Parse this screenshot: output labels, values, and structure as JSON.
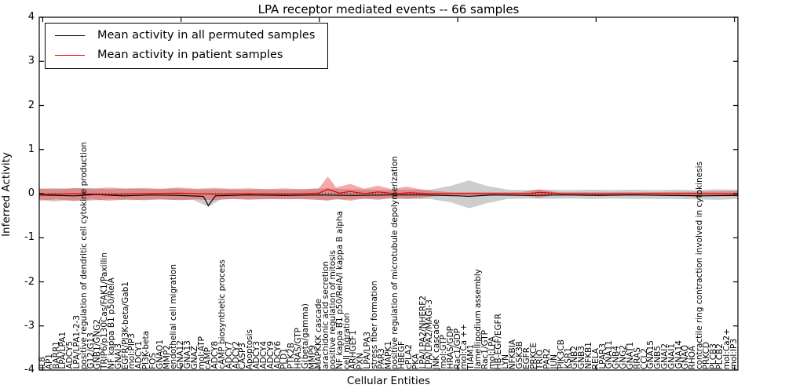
{
  "title": "LPA receptor mediated events -- 66 samples",
  "axes": {
    "xlabel": "Cellular Entities",
    "ylabel": "Inferred Activity",
    "ylim": [
      -4,
      4
    ],
    "yticks": [
      "-4",
      "-3",
      "-2",
      "-1",
      "0",
      "1",
      "2",
      "3",
      "4"
    ]
  },
  "legend": {
    "entries": [
      {
        "label": "Mean activity in all permuted samples",
        "color": "#000000"
      },
      {
        "label": "Mean activity in patient samples",
        "color": "#e60000"
      }
    ]
  },
  "colors": {
    "permuted_line": "#000000",
    "patient_line": "#e60000",
    "permuted_band": "rgba(90,90,90,0.30)",
    "patient_band": "rgba(230,40,40,0.40)",
    "zero_line": "#000000"
  },
  "chart_data": {
    "type": "line",
    "title": "LPA receptor mediated events -- 66 samples",
    "xlabel": "Cellular Entities",
    "ylabel": "Inferred Activity",
    "ylim": [
      -4,
      4
    ],
    "grid": false,
    "legend_position": "upper left",
    "categories": [
      "IL8",
      "AP1",
      "BARR1",
      "LPA/LPA1",
      "ADCY5",
      "LPA/LPA1-2-3",
      "positive regulation of dendritic cell cytokine production",
      "G12/G13",
      "GNB1/GNG2",
      "TRIP6/p130Cas/FAK1/Paxillin",
      "NF kappa B1 p50/RelA",
      "GNAI3",
      "EGFR/PI3K-beta/Gab1",
      "mol:PIP3",
      "ADCY1",
      "PI3K-beta",
      "FOS",
      "GNAO1",
      "MMP2",
      "endothelial cell migration",
      "GNA12",
      "GNA13",
      "GNAZ",
      "mol:ATP",
      "cAMP",
      "ADCY8",
      "cAMP biosynthetic process",
      "ADCY7",
      "ADCY2",
      "CASP3",
      "Apoptosis",
      "ADCY3",
      "ADCY4",
      "ADCY9",
      "ADCY6",
      "PLD1",
      "PTK2B",
      "HRAS/GTP",
      "G(beta/gamma)",
      "MMP9",
      "MAPKKK cascade",
      "arachidonic acid secretion",
      "positive regulation of mitosis",
      "NF kappa B1 p50/RelA/I kappa B alpha",
      "cell migration",
      "ARHGEF1",
      "PXN",
      "LPA/LPA3",
      "stress fiber formation",
      "PAR3",
      "MAPK1",
      "positive regulation of microtubule depolymerization",
      "HBEGF",
      "cPLA2",
      "PKA",
      "LPA/LPA2/NHERF2",
      "LPA/LPA2/MAGI-3",
      "JNK cascade",
      "mol:GTP",
      "HRAS/GDP",
      "Rac1/GDP",
      "mol:Ca ++",
      "TIAM1",
      "lamellipodium assembly",
      "Rac1/GTP",
      "mol:LPA",
      "HB-EGF/EGFR",
      "LYN",
      "NFKBIA",
      "GSK3B",
      "EGFR",
      "PRKCE",
      "TRIO",
      "PAR2",
      "JUN",
      "PIK3CB",
      "KSR1",
      "GNB2",
      "GNB3",
      "NFKB1",
      "RELA",
      "LPAR3",
      "GNA11",
      "GNB4",
      "GNG2",
      "GNAT1",
      "RRAS",
      "CCL2",
      "GNA15",
      "GNB5",
      "GNAI2",
      "GNAI1",
      "GNA14",
      "GNAQ",
      "RHOA",
      "contractile ring contraction involved in cytokinesis",
      "PRKCD",
      "PLCB3",
      "PLCB2",
      "mol:Ca2+",
      "mol:IP3"
    ],
    "series": [
      {
        "name": "Mean activity in all permuted samples",
        "kind": "line",
        "points": [
          [
            0,
            -0.03
          ],
          [
            0.05,
            -0.05
          ],
          [
            0.08,
            -0.02
          ],
          [
            0.12,
            -0.05
          ],
          [
            0.16,
            -0.03
          ],
          [
            0.2,
            -0.04
          ],
          [
            0.235,
            -0.06
          ],
          [
            0.242,
            -0.27
          ],
          [
            0.252,
            -0.05
          ],
          [
            0.3,
            -0.03
          ],
          [
            0.35,
            -0.04
          ],
          [
            0.4,
            -0.03
          ],
          [
            0.45,
            -0.04
          ],
          [
            0.5,
            -0.03
          ],
          [
            0.55,
            -0.03
          ],
          [
            0.6,
            -0.05
          ],
          [
            0.615,
            -0.06
          ],
          [
            0.65,
            -0.03
          ],
          [
            0.7,
            -0.04
          ],
          [
            0.75,
            -0.03
          ],
          [
            0.8,
            -0.04
          ],
          [
            0.85,
            -0.03
          ],
          [
            0.9,
            -0.04
          ],
          [
            0.95,
            -0.05
          ],
          [
            1.0,
            -0.04
          ]
        ]
      },
      {
        "name": "Mean activity in patient samples",
        "kind": "line",
        "points": [
          [
            0,
            -0.02
          ],
          [
            0.05,
            0.0
          ],
          [
            0.1,
            -0.02
          ],
          [
            0.15,
            0.0
          ],
          [
            0.2,
            0.01
          ],
          [
            0.25,
            -0.01
          ],
          [
            0.3,
            0.0
          ],
          [
            0.35,
            -0.01
          ],
          [
            0.4,
            0.01
          ],
          [
            0.413,
            0.1
          ],
          [
            0.43,
            0.01
          ],
          [
            0.445,
            0.05
          ],
          [
            0.465,
            0.0
          ],
          [
            0.485,
            0.04
          ],
          [
            0.51,
            0.0
          ],
          [
            0.53,
            0.02
          ],
          [
            0.56,
            0.0
          ],
          [
            0.6,
            0.0
          ],
          [
            0.65,
            0.0
          ],
          [
            0.7,
            0.0
          ],
          [
            0.715,
            0.03
          ],
          [
            0.75,
            0.0
          ],
          [
            0.8,
            -0.01
          ],
          [
            0.85,
            0.0
          ],
          [
            0.9,
            0.0
          ],
          [
            0.95,
            0.0
          ],
          [
            1.0,
            -0.01
          ]
        ]
      }
    ],
    "bands": [
      {
        "name": "permuted-band",
        "points": [
          [
            0.0,
            0.1,
            -0.13
          ],
          [
            0.02,
            0.13,
            -0.18
          ],
          [
            0.04,
            0.11,
            -0.15
          ],
          [
            0.07,
            0.13,
            -0.16
          ],
          [
            0.1,
            0.1,
            -0.13
          ],
          [
            0.13,
            0.12,
            -0.15
          ],
          [
            0.16,
            0.1,
            -0.13
          ],
          [
            0.19,
            0.11,
            -0.14
          ],
          [
            0.22,
            0.1,
            -0.14
          ],
          [
            0.242,
            0.1,
            -0.3
          ],
          [
            0.26,
            0.1,
            -0.13
          ],
          [
            0.29,
            0.09,
            -0.12
          ],
          [
            0.32,
            0.1,
            -0.13
          ],
          [
            0.35,
            0.09,
            -0.12
          ],
          [
            0.38,
            0.1,
            -0.13
          ],
          [
            0.41,
            0.12,
            -0.14
          ],
          [
            0.44,
            0.1,
            -0.13
          ],
          [
            0.47,
            0.09,
            -0.12
          ],
          [
            0.5,
            0.08,
            -0.11
          ],
          [
            0.53,
            0.09,
            -0.12
          ],
          [
            0.56,
            0.09,
            -0.12
          ],
          [
            0.59,
            0.18,
            -0.2
          ],
          [
            0.615,
            0.3,
            -0.33
          ],
          [
            0.64,
            0.18,
            -0.22
          ],
          [
            0.67,
            0.09,
            -0.12
          ],
          [
            0.7,
            0.08,
            -0.11
          ],
          [
            0.73,
            0.09,
            -0.12
          ],
          [
            0.76,
            0.08,
            -0.11
          ],
          [
            0.79,
            0.09,
            -0.12
          ],
          [
            0.82,
            0.08,
            -0.11
          ],
          [
            0.85,
            0.09,
            -0.12
          ],
          [
            0.88,
            0.08,
            -0.12
          ],
          [
            0.91,
            0.09,
            -0.12
          ],
          [
            0.94,
            0.08,
            -0.13
          ],
          [
            0.97,
            0.1,
            -0.14
          ],
          [
            1.0,
            0.09,
            -0.12
          ]
        ]
      },
      {
        "name": "patient-band",
        "points": [
          [
            0.0,
            0.12,
            -0.16
          ],
          [
            0.025,
            0.1,
            -0.13
          ],
          [
            0.05,
            0.13,
            -0.17
          ],
          [
            0.075,
            0.11,
            -0.13
          ],
          [
            0.1,
            0.14,
            -0.16
          ],
          [
            0.125,
            0.11,
            -0.13
          ],
          [
            0.15,
            0.13,
            -0.15
          ],
          [
            0.175,
            0.11,
            -0.13
          ],
          [
            0.2,
            0.14,
            -0.15
          ],
          [
            0.225,
            0.11,
            -0.13
          ],
          [
            0.25,
            0.13,
            -0.15
          ],
          [
            0.275,
            0.11,
            -0.12
          ],
          [
            0.3,
            0.12,
            -0.14
          ],
          [
            0.325,
            0.1,
            -0.12
          ],
          [
            0.35,
            0.12,
            -0.13
          ],
          [
            0.375,
            0.1,
            -0.12
          ],
          [
            0.4,
            0.12,
            -0.14
          ],
          [
            0.413,
            0.39,
            -0.16
          ],
          [
            0.425,
            0.14,
            -0.12
          ],
          [
            0.445,
            0.22,
            -0.16
          ],
          [
            0.465,
            0.11,
            -0.11
          ],
          [
            0.485,
            0.18,
            -0.14
          ],
          [
            0.505,
            0.1,
            -0.1
          ],
          [
            0.525,
            0.16,
            -0.12
          ],
          [
            0.545,
            0.1,
            -0.1
          ],
          [
            0.565,
            0.06,
            -0.06
          ],
          [
            0.59,
            0.03,
            -0.03
          ],
          [
            0.64,
            0.03,
            -0.03
          ],
          [
            0.69,
            0.03,
            -0.03
          ],
          [
            0.715,
            0.1,
            -0.09
          ],
          [
            0.74,
            0.03,
            -0.03
          ],
          [
            0.8,
            0.03,
            -0.04
          ],
          [
            0.86,
            0.03,
            -0.03
          ],
          [
            0.92,
            0.04,
            -0.04
          ],
          [
            0.96,
            0.05,
            -0.05
          ],
          [
            1.0,
            0.06,
            -0.06
          ]
        ]
      }
    ],
    "annotations": [
      {
        "type": "hline",
        "y": 0,
        "style": "dotted"
      }
    ]
  }
}
